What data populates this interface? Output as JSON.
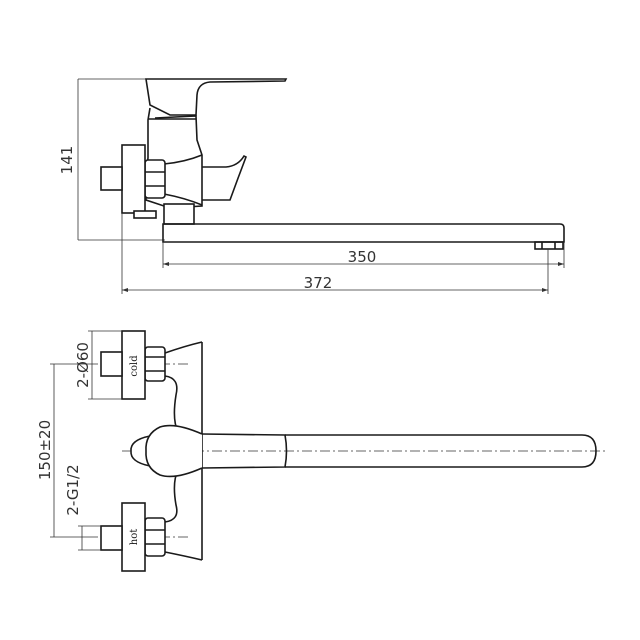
{
  "drawing": {
    "title": "Wall-mounted bath/basin mixer with long spout — technical dimension drawing",
    "views": [
      "side-view",
      "top-view"
    ],
    "colors": {
      "line": "#1a1a1a",
      "background": "#ffffff",
      "dimension": "#333333"
    }
  },
  "side_view": {
    "dimensions": {
      "height": "141",
      "spout_length": "350",
      "overall_length": "372"
    }
  },
  "top_view": {
    "dimensions": {
      "flange_diameter": "2-Ø60",
      "inlet_spacing": "150±20",
      "thread": "2-G1/2"
    },
    "labels": {
      "cold": "cold",
      "hot": "hot"
    }
  }
}
